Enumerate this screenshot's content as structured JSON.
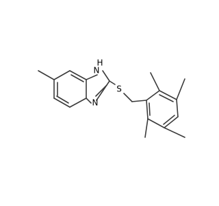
{
  "molecule": {
    "labels": {
      "nh": "H",
      "nh_n": "N",
      "n": "N",
      "s": "S"
    }
  },
  "colors": {
    "bond": "#3a3a3a",
    "label": "#000000",
    "background": "#ffffff"
  }
}
